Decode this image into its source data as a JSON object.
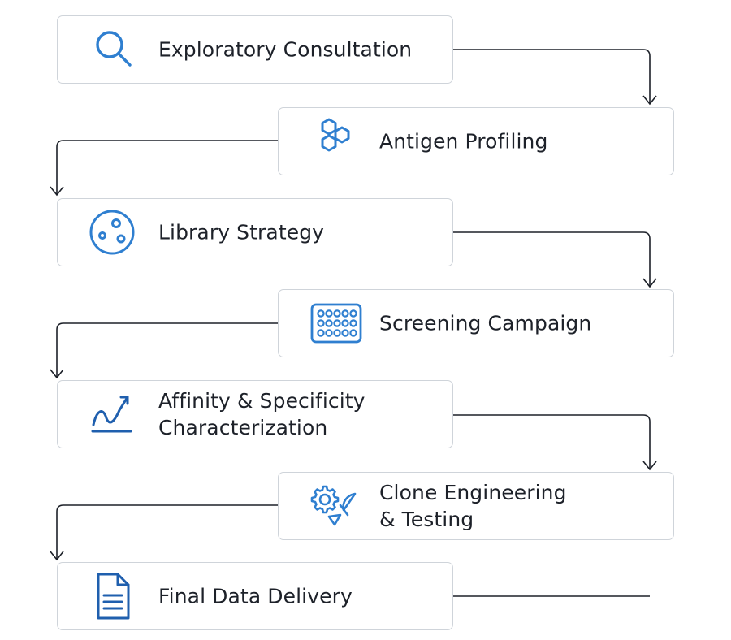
{
  "colors": {
    "accent": "#2f7fd0",
    "text": "#1d2129",
    "border": "#cfd4da",
    "connector": "#1d2129"
  },
  "steps": [
    {
      "lines": [
        "Exploratory Consultation"
      ],
      "icon": "magnifier-icon"
    },
    {
      "lines": [
        "Antigen Profiling"
      ],
      "icon": "hexagon-cluster-icon"
    },
    {
      "lines": [
        "Library Strategy"
      ],
      "icon": "cell-dots-icon"
    },
    {
      "lines": [
        "Screening Campaign"
      ],
      "icon": "well-plate-icon"
    },
    {
      "lines": [
        "Affinity & Specificity",
        "Characterization"
      ],
      "icon": "trend-curve-icon"
    },
    {
      "lines": [
        "Clone Engineering",
        "& Testing"
      ],
      "icon": "gear-antibody-icon"
    },
    {
      "lines": [
        "Final Data Delivery"
      ],
      "icon": "document-icon"
    }
  ]
}
